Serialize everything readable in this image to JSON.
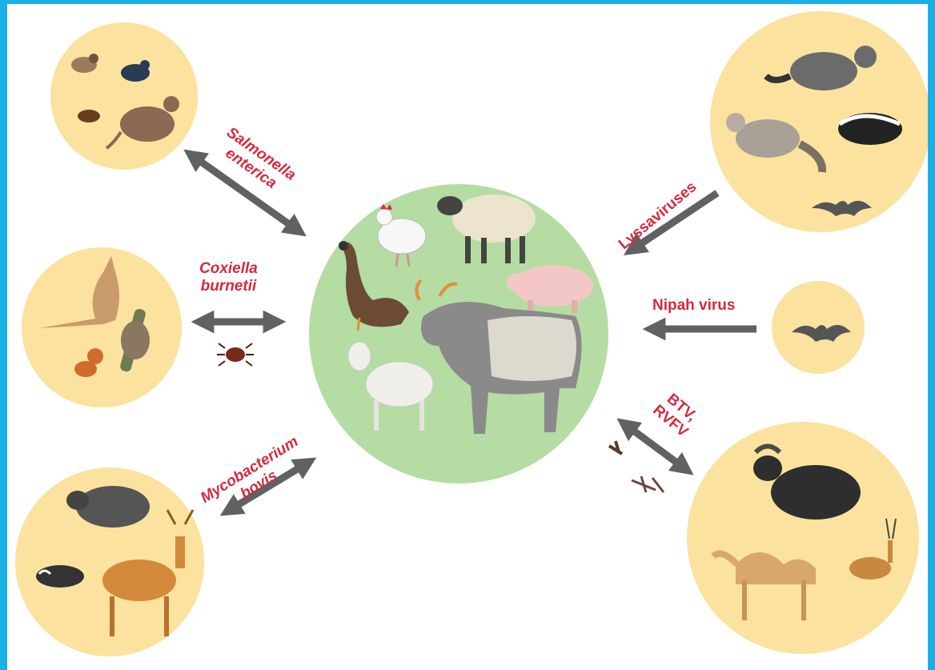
{
  "colors": {
    "background": "#1ab0e6",
    "panel": "#ffffff",
    "reservoir_circle": "#fbe29e",
    "livestock_circle": "#b5dca2",
    "arrow": "#5f6163",
    "pathogen_label": "#d6293b"
  },
  "center": {
    "icons": [
      "chicken-icon",
      "sheep-icon",
      "goose-icon",
      "pig-icon",
      "zebu-cattle-icon",
      "goat-icon"
    ]
  },
  "reservoirs": [
    {
      "id": "birds-rodents",
      "icons": [
        "sparrow-icon",
        "starling-icon",
        "cockroach-icon",
        "rodent-icon"
      ]
    },
    {
      "id": "marsupials",
      "icons": [
        "kangaroo-icon",
        "sloth-icon",
        "squirrel-icon"
      ]
    },
    {
      "id": "wild-mammals-tb",
      "icons": [
        "wild-boar-icon",
        "badger-icon",
        "deer-icon"
      ]
    },
    {
      "id": "carnivores",
      "icons": [
        "raccoon-icon",
        "skunk-icon",
        "fox-icon",
        "bat-icon"
      ]
    },
    {
      "id": "bats",
      "icons": [
        "bat-icon"
      ]
    },
    {
      "id": "ruminants",
      "icons": [
        "buffalo-icon",
        "camel-icon",
        "gazelle-icon"
      ]
    }
  ],
  "pathogens": {
    "salmonella": "Salmonella\nenterica",
    "coxiella": "Coxiella\nburnetii",
    "mycobacterium": "Mycobacterium\nbovis",
    "lyssa": "Lyssaviruses",
    "nipah": "Nipah virus",
    "btv": "BTV,\nRVFV"
  },
  "vectors": [
    "tick-icon",
    "midge-icon",
    "mosquito-icon"
  ]
}
